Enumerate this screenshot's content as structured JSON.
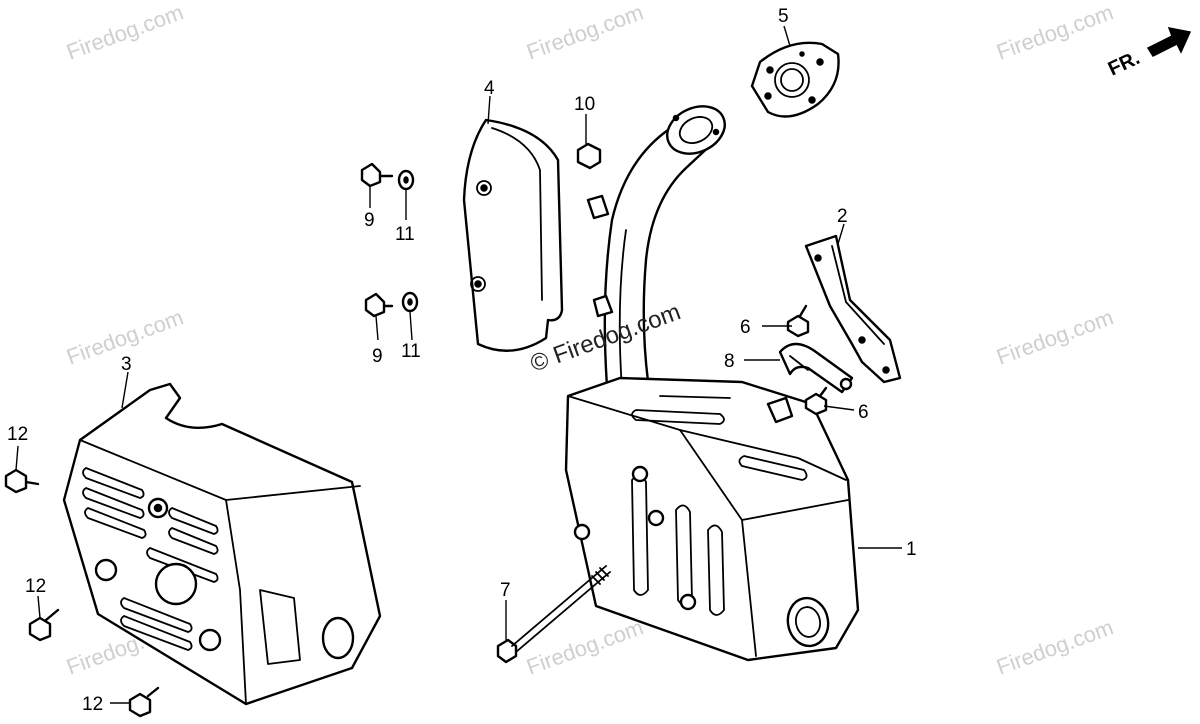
{
  "diagram": {
    "watermark_text": "Firedog.com",
    "watermark_center": "© Firedog.com",
    "direction_label": "FR.",
    "callouts": [
      {
        "id": "p1",
        "text": "1"
      },
      {
        "id": "p2",
        "text": "2"
      },
      {
        "id": "p3",
        "text": "3"
      },
      {
        "id": "p4",
        "text": "4"
      },
      {
        "id": "p5",
        "text": "5"
      },
      {
        "id": "p6a",
        "text": "6"
      },
      {
        "id": "p6b",
        "text": "6"
      },
      {
        "id": "p7",
        "text": "7"
      },
      {
        "id": "p8",
        "text": "8"
      },
      {
        "id": "p9a",
        "text": "9"
      },
      {
        "id": "p9b",
        "text": "9"
      },
      {
        "id": "p10",
        "text": "10"
      },
      {
        "id": "p11a",
        "text": "11"
      },
      {
        "id": "p11b",
        "text": "11"
      },
      {
        "id": "p12a",
        "text": "12"
      },
      {
        "id": "p12b",
        "text": "12"
      },
      {
        "id": "p12c",
        "text": "12"
      }
    ]
  }
}
